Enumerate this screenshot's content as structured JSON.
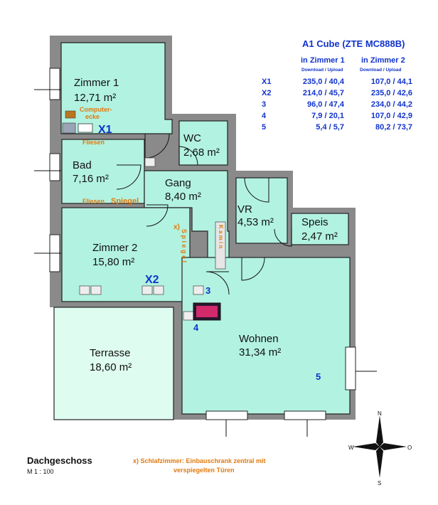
{
  "rooms": {
    "zimmer1": {
      "name": "Zimmer  1",
      "area": "12,71 m²"
    },
    "wc": {
      "name": "WC",
      "area": "2,68 m²"
    },
    "bad": {
      "name": "Bad",
      "area": "7,16 m²"
    },
    "gang": {
      "name": "Gang",
      "area": "8,40 m²"
    },
    "vr": {
      "name": "VR",
      "area": "4,53 m²"
    },
    "speis": {
      "name": "Speis",
      "area": "2,47 m²"
    },
    "zimmer2": {
      "name": "Zimmer  2",
      "area": "15,80 m²"
    },
    "terrasse": {
      "name": "Terrasse",
      "area": "18,60 m²"
    },
    "wohnen": {
      "name": "Wohnen",
      "area": "31,34 m²"
    }
  },
  "notes": {
    "computer_line1": "Computer-",
    "computer_line2": "ecke",
    "fliesen1": "Fliesen",
    "fliesen2": "Fliesen",
    "spiegel_h": "Spiegel",
    "x_mark": "x)",
    "spiegel_v": "S p i e g e l",
    "kamin_v": "K a m i n"
  },
  "markers": {
    "x1": "X1",
    "x2": "X2",
    "m3": "3",
    "m4": "4",
    "m5": "5"
  },
  "table": {
    "title": "A1 Cube (ZTE MC888B)",
    "col1": "in Zimmer 1",
    "col2": "in Zimmer 2",
    "sub1": "Download / Upload",
    "sub2": "Download / Upload",
    "rows": [
      {
        "label": "X1",
        "v1": "235,0 / 40,4",
        "v2": "107,0 / 44,1"
      },
      {
        "label": "X2",
        "v1": "214,0 / 45,7",
        "v2": "235,0 / 42,6"
      },
      {
        "label": "3",
        "v1": "96,0 / 47,4",
        "v2": "234,0 / 44,2"
      },
      {
        "label": "4",
        "v1": "7,9 / 20,1",
        "v2": "107,0 / 42,9"
      },
      {
        "label": "5",
        "v1": "5,4 /  5,7",
        "v2": "80,2 / 73,7"
      }
    ]
  },
  "footer": {
    "title": "Dachgeschoss",
    "scale": "M  1 : 100",
    "note1": "x) Schlafzimmer: Einbauschrank zentral mit",
    "note2": "verspiegelten Türen"
  },
  "compass": {
    "n": "N",
    "s": "S",
    "w": "W",
    "o": "O"
  },
  "colors": {
    "room": "#b2f2e0",
    "terrace": "#dffcf1",
    "wall": "#8a8a8a",
    "accent_blue": "#1133cc",
    "accent_orange": "#e07a10"
  }
}
